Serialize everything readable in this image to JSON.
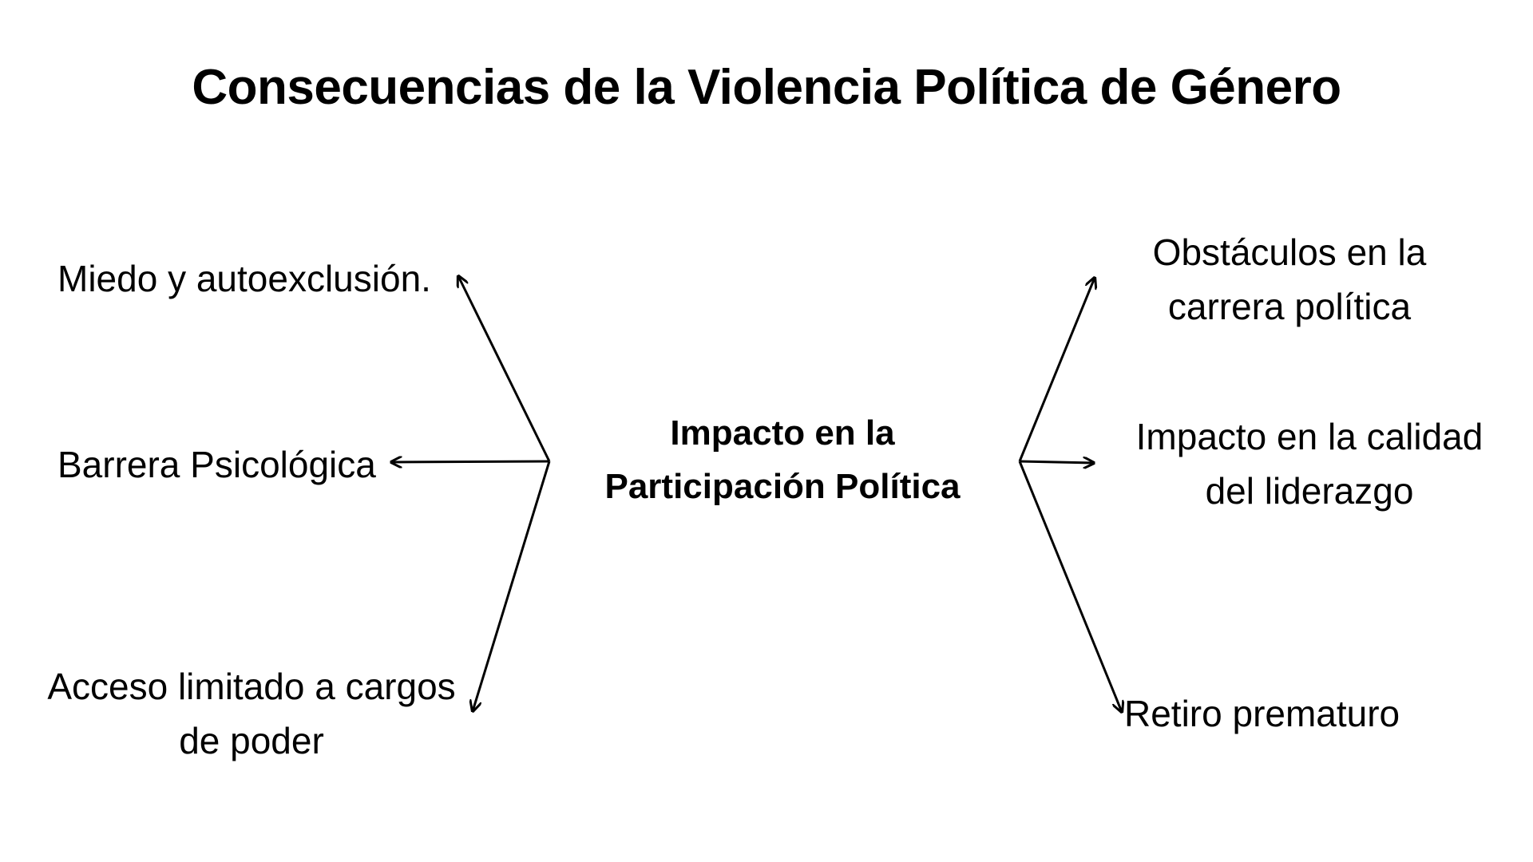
{
  "title": "Consecuencias de la Violencia Política de Género",
  "center": {
    "line1": "Impacto en la",
    "line2": "Participación Política"
  },
  "left": {
    "miedo": "Miedo y autoexclusión.",
    "barrera": "Barrera Psicológica",
    "acceso_line1": "Acceso limitado a cargos",
    "acceso_line2": "de poder"
  },
  "right": {
    "obstaculos_line1": "Obstáculos en la",
    "obstaculos_line2": "carrera política",
    "calidad_line1": "Impacto en la calidad",
    "calidad_line2": "del liderazgo",
    "retiro": "Retiro prematuro"
  },
  "colors": {
    "background": "#ffffff",
    "text": "#000000",
    "arrow": "#000000"
  }
}
